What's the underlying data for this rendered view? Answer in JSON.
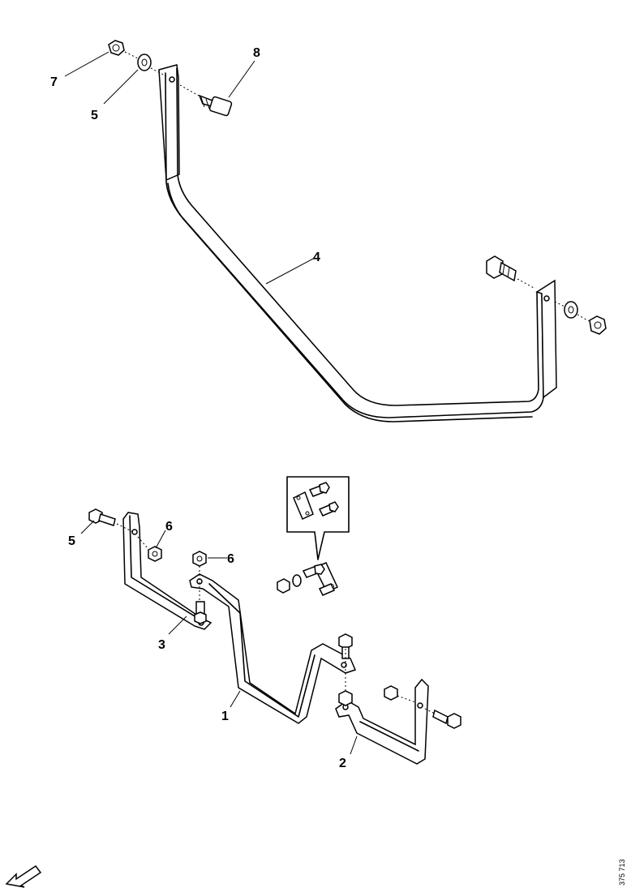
{
  "diagram": {
    "callouts": {
      "c7": "7",
      "c5_top": "5",
      "c8": "8",
      "c4": "4",
      "c5_bottom": "5",
      "c6_left": "6",
      "c6_mid": "6",
      "c3": "3",
      "c1": "1",
      "c2": "2"
    },
    "drawing_reference": "375 713"
  },
  "icons": {
    "direction_arrow": "arrow-down-left-icon"
  }
}
